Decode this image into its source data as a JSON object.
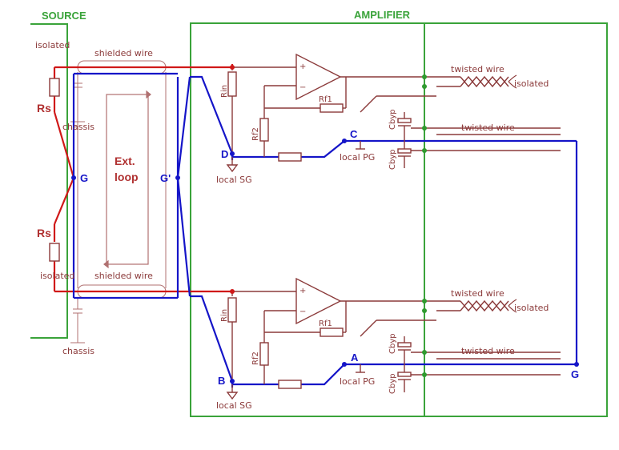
{
  "sections": {
    "source": "SOURCE",
    "amplifier": "AMPLIFIER"
  },
  "labels": {
    "isolated": "isolated",
    "shielded_wire": "shielded wire",
    "chassis": "chassis",
    "twisted_wire": "twisted wire",
    "rs": "Rs",
    "rin": "Rin",
    "rf1": "Rf1",
    "rf2": "Rf2",
    "cbyp": "Cbyp",
    "local_sg": "local SG",
    "local_pg": "local PG",
    "ext_loop_1": "Ext.",
    "ext_loop_2": "loop",
    "plus": "+",
    "minus": "−"
  },
  "nodes": {
    "g": "G",
    "g_prime": "G'",
    "a": "A",
    "b": "B",
    "c": "C",
    "d": "D"
  },
  "colors": {
    "section": "#3aa33a",
    "signal": "#d01818",
    "ground": "#1515c8",
    "component": "#8b3a3a",
    "wire": "#b07070"
  }
}
